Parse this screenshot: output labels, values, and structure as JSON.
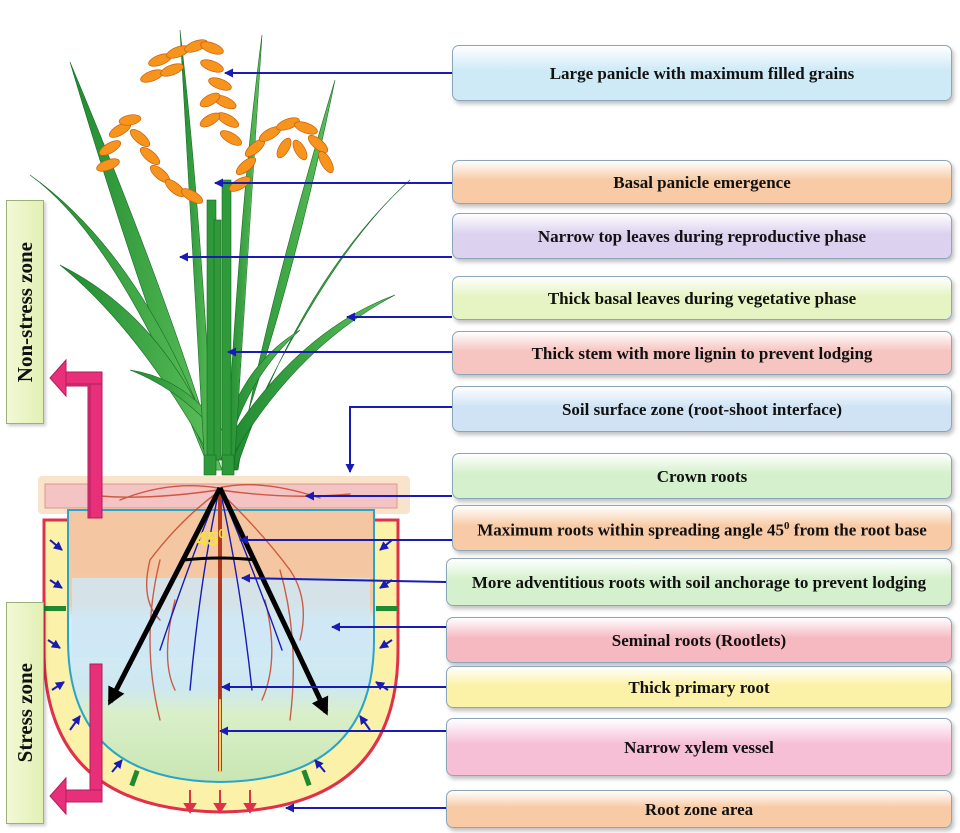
{
  "labels": [
    {
      "id": "panicle",
      "text": "Large panicle with maximum filled grains",
      "fill": "#cfeaf7"
    },
    {
      "id": "basal-panicle",
      "text": "Basal panicle emergence",
      "fill": "#f8cba6"
    },
    {
      "id": "top-leaves",
      "text": "Narrow top leaves during reproductive phase",
      "fill": "#dcd2ef"
    },
    {
      "id": "basal-leaves",
      "text": "Thick basal leaves during vegetative phase",
      "fill": "#e6f4c4"
    },
    {
      "id": "stem",
      "text": "Thick stem with more lignin to prevent lodging",
      "fill": "#f6c4c1"
    },
    {
      "id": "soil-surface",
      "text": "Soil surface zone (root-shoot interface)",
      "fill": "#cfe3f4"
    },
    {
      "id": "crown-roots",
      "text": "Crown roots",
      "fill": "#d5f0cc"
    },
    {
      "id": "spreading-angle",
      "text_main": "Maximum roots within spreading angle 45",
      "text_sup": "0",
      "text_tail": " from the root base",
      "fill": "#f8cba6"
    },
    {
      "id": "adventitious",
      "text": "More adventitious roots with soil anchorage to prevent lodging",
      "fill": "#d5f0cc"
    },
    {
      "id": "seminal",
      "text": "Seminal roots (Rootlets)",
      "fill": "#f6b9c2"
    },
    {
      "id": "primary-root",
      "text": "Thick primary root",
      "fill": "#fbf2a8"
    },
    {
      "id": "xylem",
      "text": "Narrow xylem vessel",
      "fill": "#f6bfd6"
    },
    {
      "id": "root-zone",
      "text": "Root zone area",
      "fill": "#f8cba6"
    }
  ],
  "zones": {
    "upper": "Non-stress zone",
    "lower": "Stress zone"
  },
  "angle": {
    "value": "45",
    "sup": "0"
  },
  "colors": {
    "arrow": "#1a1ab4",
    "zone_arrow": "#e8307a",
    "grain": "#f7941d",
    "leaf": "#2a9a3a",
    "root": "#b33a20"
  }
}
